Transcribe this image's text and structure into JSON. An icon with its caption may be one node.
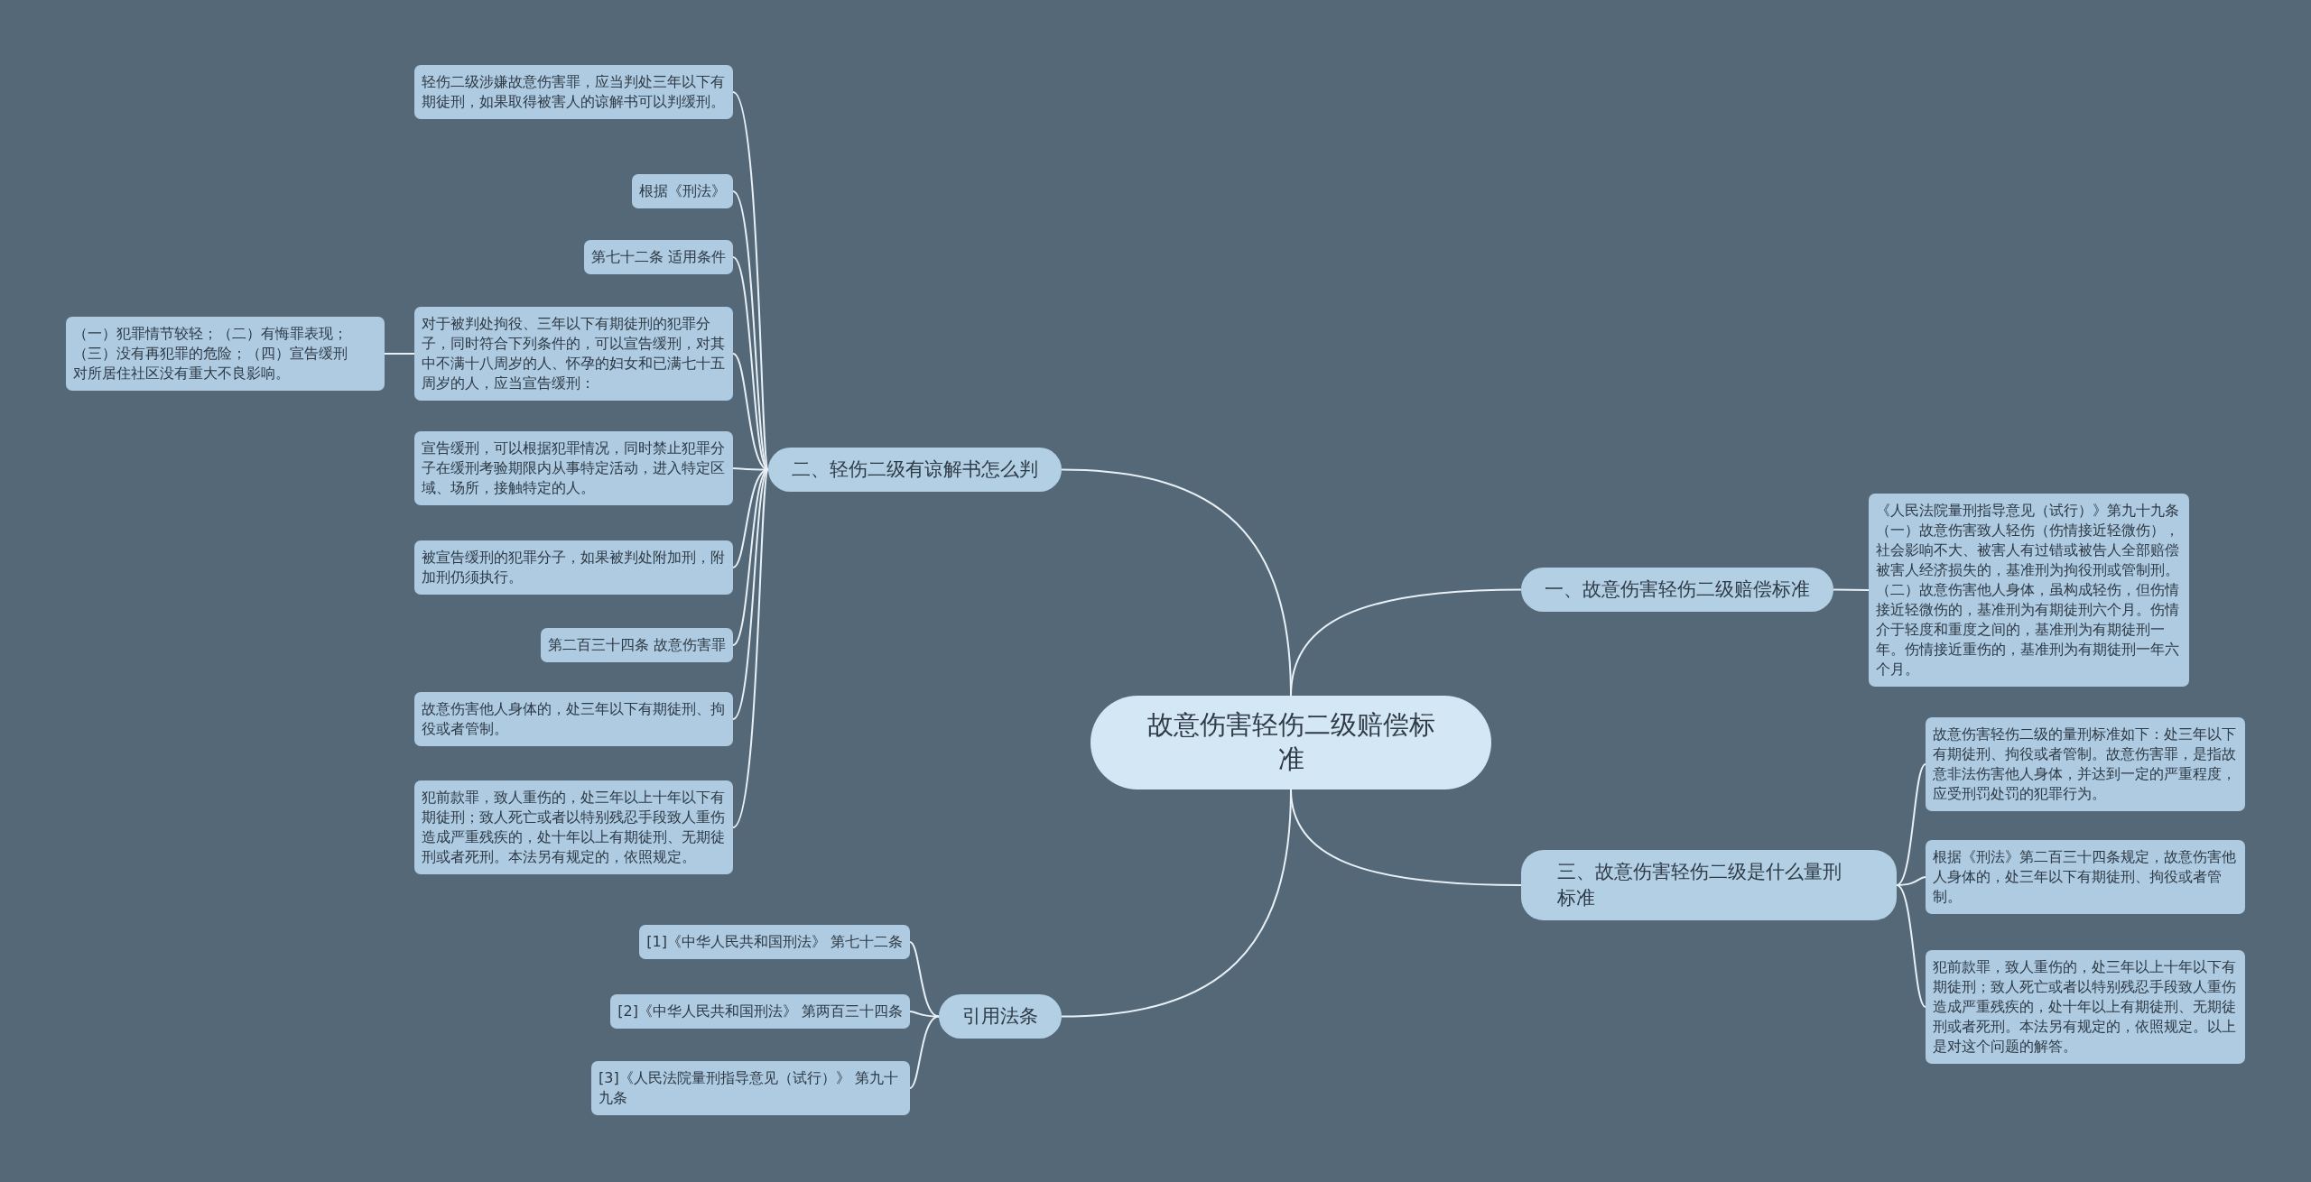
{
  "diagram": {
    "nodes": [
      {
        "text": [
          "故意伤害轻伤二级赔偿标准"
        ]
      },
      {
        "text": [
          "二、轻伤二级有谅解书怎么判"
        ]
      },
      {
        "text": [
          "轻伤二级涉嫌故意伤害罪，应当判处三年以下有期徒刑，如果取得被害人的谅解书可以判缓刑。"
        ]
      },
      {
        "text": [
          "根据《刑法》"
        ]
      },
      {
        "text": [
          "第七十二条 适用条件"
        ]
      },
      {
        "text": [
          "对于被判处拘役、三年以下有期徒刑的犯罪分子，同时符合下列条件的，可以宣告缓刑，对其中不满十八周岁的人、怀孕的妇女和已满七十五周岁的人，应当宣告缓刑："
        ]
      },
      {
        "text": [
          "（一）犯罪情节较轻；（二）有悔罪表现；（三）没有再犯罪的危险；（四）宣告缓刑对所居住社区没有重大不良影响。"
        ]
      },
      {
        "text": [
          "宣告缓刑，可以根据犯罪情况，同时禁止犯罪分子在缓刑考验期限内从事特定活动，进入特定区域、场所，接触特定的人。"
        ]
      },
      {
        "text": [
          "被宣告缓刑的犯罪分子，如果被判处附加刑，附加刑仍须执行。"
        ]
      },
      {
        "text": [
          "第二百三十四条 故意伤害罪"
        ]
      },
      {
        "text": [
          "故意伤害他人身体的，处三年以下有期徒刑、拘役或者管制。"
        ]
      },
      {
        "text": [
          "犯前款罪，致人重伤的，处三年以上十年以下有期徒刑；致人死亡或者以特别残忍手段致人重伤造成严重残疾的，处十年以上有期徒刑、无期徒刑或者死刑。本法另有规定的，依照规定。"
        ]
      },
      {
        "text": [
          "一、故意伤害轻伤二级赔偿标准"
        ]
      },
      {
        "text": [
          "《人民法院量刑指导意见（试行）》第九十九条（一）故意伤害致人轻伤（伤情接近轻微伤），社会影响不大、被害人有过错或被告人全部赔偿被害人经济损失的，基准刑为拘役刑或管制刑。（二）故意伤害他人身体，虽构成轻伤，但伤情接近轻微伤的，基准刑为有期徒刑六个月。伤情介于轻度和重度之间的，基准刑为有期徒刑一年。伤情接近重伤的，基准刑为有期徒刑一年六个月。"
        ]
      },
      {
        "text": [
          "三、故意伤害轻伤二级是什么量刑标准"
        ]
      },
      {
        "text": [
          "故意伤害轻伤二级的量刑标准如下：处三年以下有期徒刑、拘役或者管制。故意伤害罪，是指故意非法伤害他人身体，并达到一定的严重程度，应受刑罚处罚的犯罪行为。"
        ]
      },
      {
        "text": [
          "根据《刑法》第二百三十四条规定，故意伤害他人身体的，处三年以下有期徒刑、拘役或者管制。"
        ]
      },
      {
        "text": [
          "犯前款罪，致人重伤的，处三年以上十年以下有期徒刑；致人死亡或者以特别残忍手段致人重伤造成严重残疾的，处十年以上有期徒刑、无期徒刑或者死刑。本法另有规定的，依照规定。以上是对这个问题的解答。"
        ]
      },
      {
        "text": [
          "引用法条"
        ]
      },
      {
        "text": [
          "[1]《中华人民共和国刑法》 第七十二条"
        ]
      },
      {
        "text": [
          "[2]《中华人民共和国刑法》 第两百三十四条"
        ]
      },
      {
        "text": [
          "[3]《人民法院量刑指导意见（试行）》 第九十九条"
        ]
      }
    ],
    "edges": [
      {
        "from": 0,
        "to": 1,
        "arrow": "none"
      },
      {
        "from": 1,
        "to": 2,
        "arrow": "none"
      },
      {
        "from": 1,
        "to": 3,
        "arrow": "none"
      },
      {
        "from": 1,
        "to": 4,
        "arrow": "none"
      },
      {
        "from": 1,
        "to": 5,
        "arrow": "none"
      },
      {
        "from": 5,
        "to": 6,
        "arrow": "none"
      },
      {
        "from": 1,
        "to": 7,
        "arrow": "none"
      },
      {
        "from": 1,
        "to": 8,
        "arrow": "none"
      },
      {
        "from": 1,
        "to": 9,
        "arrow": "none"
      },
      {
        "from": 1,
        "to": 10,
        "arrow": "none"
      },
      {
        "from": 1,
        "to": 11,
        "arrow": "none"
      },
      {
        "from": 0,
        "to": 12,
        "arrow": "none"
      },
      {
        "from": 12,
        "to": 13,
        "arrow": "none"
      },
      {
        "from": 0,
        "to": 14,
        "arrow": "none"
      },
      {
        "from": 14,
        "to": 15,
        "arrow": "none"
      },
      {
        "from": 14,
        "to": 16,
        "arrow": "none"
      },
      {
        "from": 14,
        "to": 17,
        "arrow": "none"
      },
      {
        "from": 0,
        "to": 18,
        "arrow": "none"
      },
      {
        "from": 18,
        "to": 19,
        "arrow": "none"
      },
      {
        "from": 18,
        "to": 20,
        "arrow": "none"
      },
      {
        "from": 18,
        "to": 21,
        "arrow": "none"
      }
    ]
  }
}
